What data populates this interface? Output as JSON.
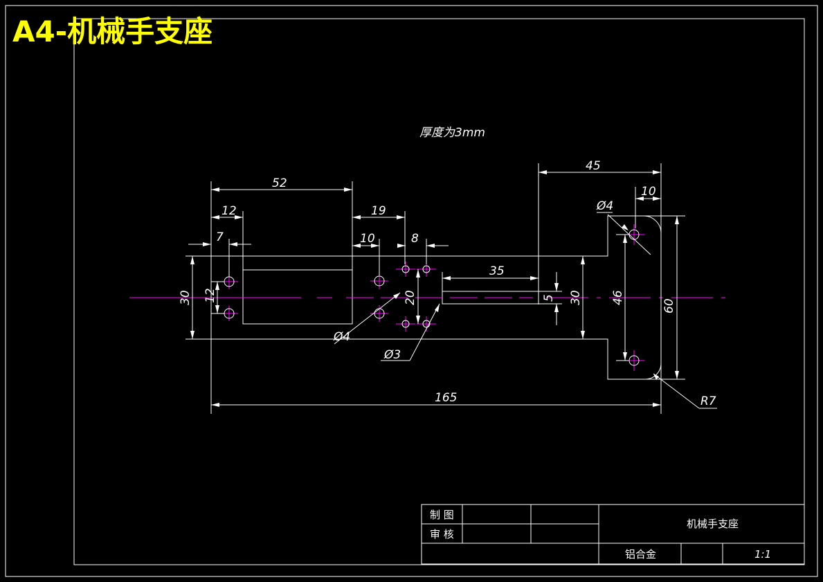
{
  "header": {
    "title": "A4-机械手支座"
  },
  "note": "厚度为3mm",
  "dimensions": {
    "d52": "52",
    "d12_top": "12",
    "d7": "7",
    "d19": "19",
    "d10_mid": "10",
    "d8": "8",
    "d45": "45",
    "d10_right": "10",
    "d35": "35",
    "d30_left": "30",
    "d12_left": "12",
    "d20": "20",
    "d5": "5",
    "d30_mid": "30",
    "d46": "46",
    "d60": "60",
    "d165": "165",
    "phi4_top": "Ø4",
    "phi4_bottom": "Ø4",
    "phi3": "Ø3",
    "r7": "R7"
  },
  "title_block": {
    "drawn_label": "制 图",
    "checked_label": "审 核",
    "part_name": "机械手支座",
    "material": "铝合金",
    "scale": "1:1"
  },
  "colors": {
    "outline": "#ffffff",
    "centerline": "#ff00ff",
    "title": "#ffff00",
    "background": "#000000"
  }
}
